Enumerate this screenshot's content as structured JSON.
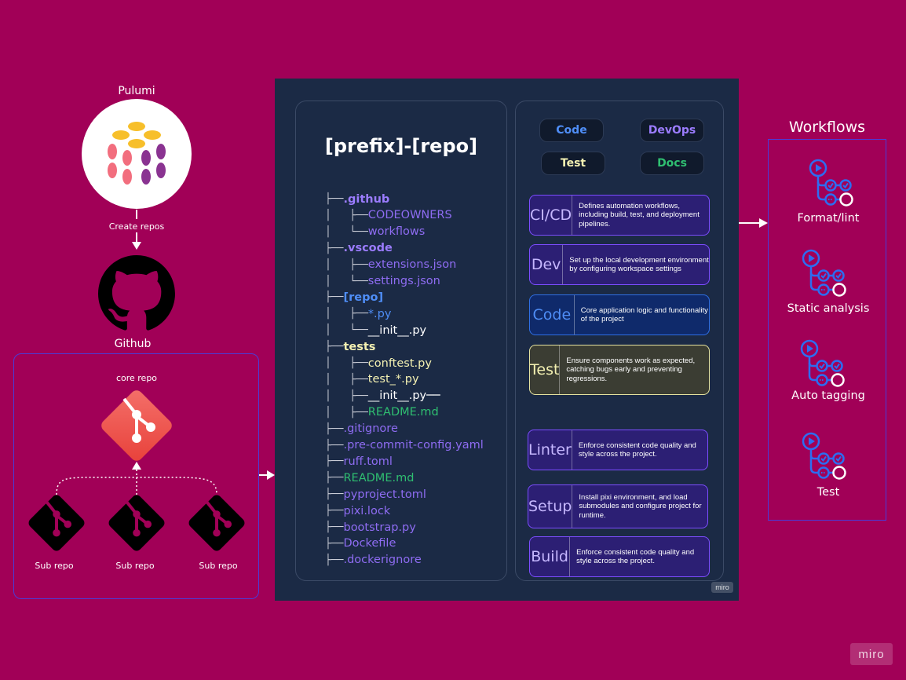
{
  "pulumi": {
    "title": "Pulumi",
    "arrow_label": "Create repos"
  },
  "github": {
    "title": "Github",
    "core_repo": "core repo",
    "sub_repos": [
      "Sub repo",
      "Sub repo",
      "Sub repo"
    ]
  },
  "repo_tree": {
    "title": "[prefix]-[repo]",
    "items": [
      {
        "branch": "├──",
        "name": ".github",
        "color": "#9b7cff",
        "bold": true
      },
      {
        "branch": "│   ├──",
        "name": "CODEOWNERS",
        "color": "#8e6cf2",
        "bold": false
      },
      {
        "branch": "│   └──",
        "name": "workflows",
        "color": "#8e6cf2",
        "bold": false
      },
      {
        "branch": "├──",
        "name": ".vscode",
        "color": "#9b7cff",
        "bold": true
      },
      {
        "branch": "│   ├──",
        "name": "extensions.json",
        "color": "#8e6cf2",
        "bold": false
      },
      {
        "branch": "│   └──",
        "name": "settings.json",
        "color": "#8e6cf2",
        "bold": false
      },
      {
        "branch": "├──",
        "name": "[repo]",
        "color": "#4f8ef7",
        "bold": true
      },
      {
        "branch": "│   ├──",
        "name": "*.py",
        "color": "#4f8ef7",
        "bold": false
      },
      {
        "branch": "│   └──",
        "name": "__init__.py",
        "color": "#ffffff",
        "bold": false
      },
      {
        "branch": "├──",
        "name": "tests",
        "color": "#f4f1b2",
        "bold": true
      },
      {
        "branch": "│   ├──",
        "name": "conftest.py",
        "color": "#f4f1b2",
        "bold": false
      },
      {
        "branch": "│   ├──",
        "name": "test_*.py",
        "color": "#f4f1b2",
        "bold": false
      },
      {
        "branch": "│   ├──",
        "name": "__init__.py──",
        "color": "#ffffff",
        "bold": false
      },
      {
        "branch": "│   ├──",
        "name": "README.md",
        "color": "#2fbf71",
        "bold": false
      },
      {
        "branch": "├──",
        "name": ".gitignore",
        "color": "#8e6cf2",
        "bold": false
      },
      {
        "branch": "├──",
        "name": ".pre-commit-config.yaml",
        "color": "#8e6cf2",
        "bold": false
      },
      {
        "branch": "├──",
        "name": "ruff.toml",
        "color": "#8e6cf2",
        "bold": false
      },
      {
        "branch": "├──",
        "name": "README.md",
        "color": "#2fbf71",
        "bold": false
      },
      {
        "branch": "├──",
        "name": "pyproject.toml",
        "color": "#8e6cf2",
        "bold": false
      },
      {
        "branch": "├──",
        "name": "pixi.lock",
        "color": "#8e6cf2",
        "bold": false
      },
      {
        "branch": "├──",
        "name": "bootstrap.py",
        "color": "#8e6cf2",
        "bold": false
      },
      {
        "branch": "├──",
        "name": "Dockefile",
        "color": "#8e6cf2",
        "bold": false
      },
      {
        "branch": "├──",
        "name": ".dockerignore",
        "color": "#8e6cf2",
        "bold": false
      }
    ]
  },
  "legend": {
    "pills": [
      {
        "label": "Code",
        "color": "#4f8ef7"
      },
      {
        "label": "DevOps",
        "color": "#9b7cff"
      },
      {
        "label": "Test",
        "color": "#f4f1b2"
      },
      {
        "label": "Docs",
        "color": "#2fbf71"
      }
    ]
  },
  "cards": [
    {
      "label": "CI/CD",
      "desc": "Defines automation workflows, including build, test, and deployment pipelines.",
      "bg": "#2c1f74",
      "border": "#7c4dff",
      "labelColor": "#c6b8ff"
    },
    {
      "label": "Dev",
      "desc": "Set up the local development environment by configuring workspace settings",
      "bg": "#2c1f74",
      "border": "#7c4dff",
      "labelColor": "#c6b8ff"
    },
    {
      "label": "Code",
      "desc": "Core application logic and functionality of the project",
      "bg": "#0f2a6b",
      "border": "#2f6fe4",
      "labelColor": "#4f8ef7"
    },
    {
      "label": "Test",
      "desc": "Ensure components work as expected, catching bugs early and preventing regressions.",
      "bg": "#3b3d33",
      "border": "#e6e3a0",
      "labelColor": "#f4f1b2"
    },
    {
      "label": "Linter",
      "desc": "Enforce consistent code quality and style across the project.",
      "bg": "#2c1f74",
      "border": "#7c4dff",
      "labelColor": "#c6b8ff"
    },
    {
      "label": "Setup",
      "desc": "Install pixi environment, and load submodules and configure project for runtime.",
      "bg": "#2c1f74",
      "border": "#7c4dff",
      "labelColor": "#c6b8ff"
    },
    {
      "label": "Build",
      "desc": "Enforce consistent code quality and style across the project.",
      "bg": "#2c1f74",
      "border": "#7c4dff",
      "labelColor": "#c6b8ff"
    }
  ],
  "workflows": {
    "title": "Workflows",
    "items": [
      "Format/lint",
      "Static analysis",
      "Auto tagging",
      "Test"
    ]
  },
  "watermark": {
    "panel": "miro",
    "page": "miro"
  }
}
